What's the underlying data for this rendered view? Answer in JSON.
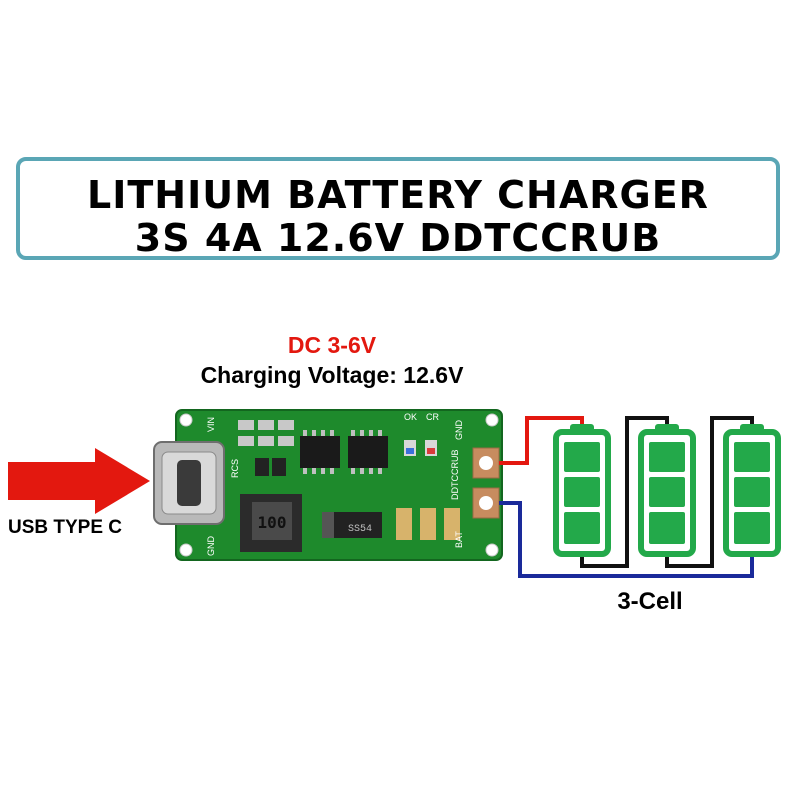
{
  "title": {
    "line1": "LITHIUM BATTERY CHARGER",
    "line2": "3S 4A 12.6V DDTCCRUB"
  },
  "input_voltage": "DC 3-6V",
  "charging_voltage": "Charging Voltage: 12.6V",
  "usb_label": "USB TYPE C",
  "battery_label": "3-Cell",
  "board_silkscreen": {
    "ok": "OK",
    "cr": "CR",
    "gnd": "GND",
    "rcs": "RCS",
    "model": "DDTCCRUB",
    "bat": "BAT",
    "vin": "VIN",
    "inductor": "100",
    "diode": "SS54"
  },
  "colors": {
    "arrow": "#e3180f",
    "pcb": "#1e8a2c",
    "battery": "#23a94a",
    "positive_wire": "#e3180f",
    "negative_wire": "#1a2a9a",
    "title_border": "#5aa6b5"
  },
  "battery_count": 3
}
